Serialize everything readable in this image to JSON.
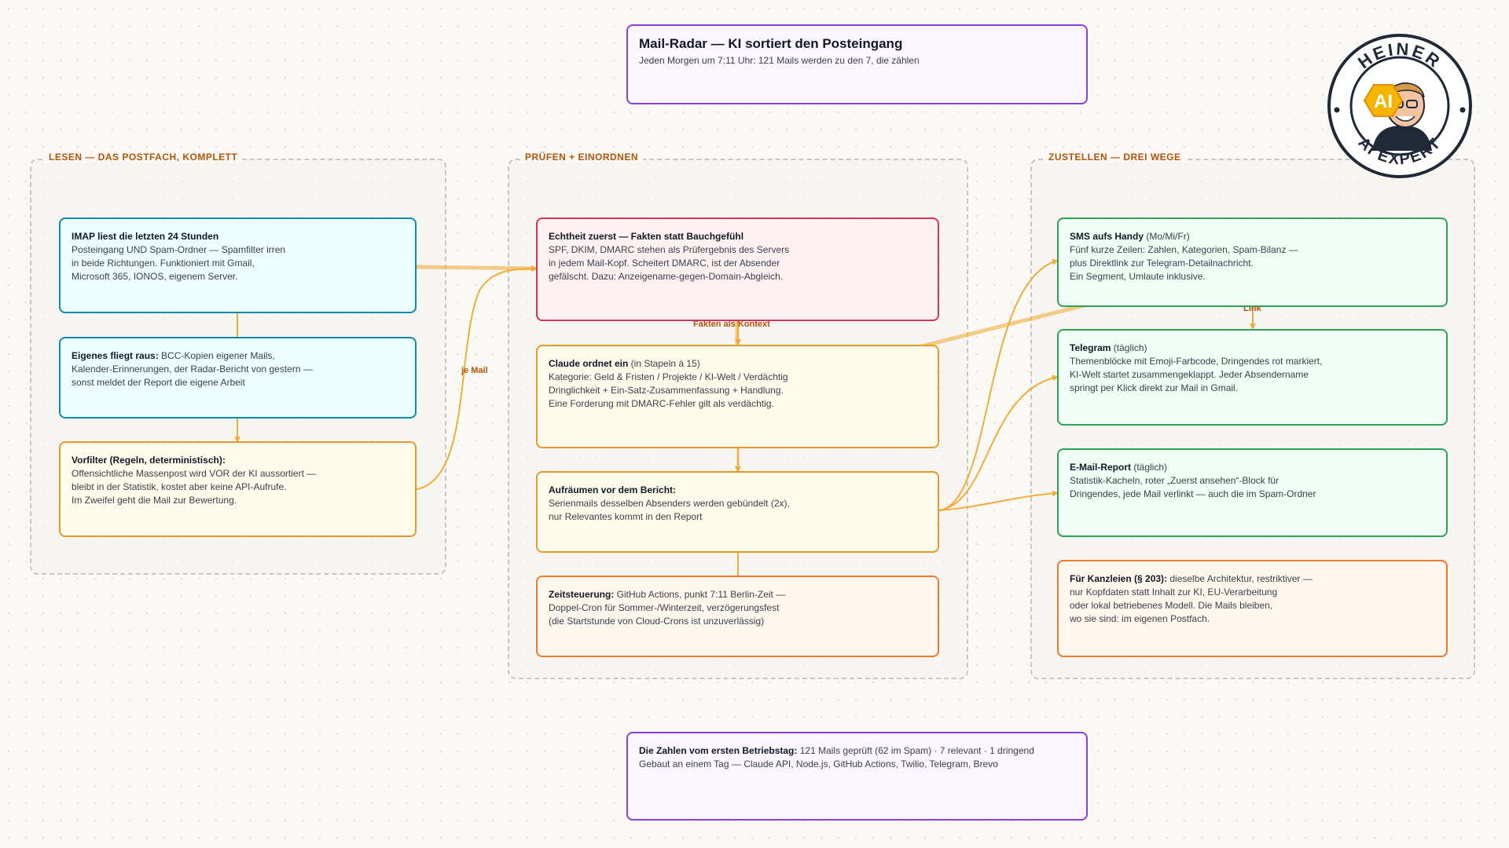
{
  "header": {
    "title": "Mail-Radar — KI sortiert den Posteingang",
    "subtitle": "Jeden Morgen um 7:11 Uhr: 121 Mails werden zu den 7, die zählen"
  },
  "logo": {
    "text_top": "HEINER",
    "text_bottom": "AI EXPERT",
    "badge": "AI"
  },
  "groups": {
    "lesen": "LESEN — DAS POSTFACH, KOMPLETT",
    "pruefen": "PRÜFEN + EINORDNEN",
    "zustellen": "ZUSTELLEN — DREI WEGE"
  },
  "nodes": {
    "imap": {
      "title": "IMAP liest die letzten 24 Stunden",
      "lines": [
        "Posteingang UND Spam-Ordner — Spamfilter irren",
        "in beide Richtungen. Funktioniert mit Gmail,",
        "Microsoft 365, IONOS, eigenem Server."
      ]
    },
    "eigenes": {
      "title": "Eigenes fliegt raus:",
      "lines": [
        " BCC-Kopien eigener Mails,",
        "Kalender-Erinnerungen, der Radar-Bericht von gestern —",
        "sonst meldet der Report die eigene Arbeit"
      ]
    },
    "vorfilter": {
      "title": "Vorfilter (Regeln, deterministisch):",
      "lines": [
        "Offensichtliche Massenpost wird VOR der KI aussortiert —",
        "bleibt in der Statistik, kostet aber keine API-Aufrufe.",
        "Im Zweifel geht die Mail zur Bewertung."
      ]
    },
    "echtheit": {
      "title": "Echtheit zuerst — Fakten statt Bauchgefühl",
      "lines": [
        "SPF, DKIM, DMARC stehen als Prüfergebnis des Servers",
        "in jedem Mail-Kopf. Scheitert DMARC, ist der Absender",
        "gefälscht. Dazu: Anzeigename-gegen-Domain-Abgleich."
      ]
    },
    "claude": {
      "title": "Claude ordnet ein",
      "suffix": " (in Stapeln à 15)",
      "lines": [
        "Kategorie: Geld & Fristen / Projekte / KI-Welt / Verdächtig",
        "Dringlichkeit + Ein-Satz-Zusammenfassung + Handlung.",
        "Eine Forderung mit DMARC-Fehler gilt als verdächtig."
      ]
    },
    "aufraeumen": {
      "title": "Aufräumen vor dem Bericht:",
      "lines": [
        "Serienmails desselben Absenders werden gebündelt (2x),",
        "nur Relevantes kommt in den Report"
      ]
    },
    "zeit": {
      "title": "Zeitsteuerung:",
      "lines": [
        " GitHub Actions, punkt 7:11 Berlin-Zeit —",
        "Doppel-Cron für Sommer-/Winterzeit, verzögerungsfest",
        "(die Startstunde von Cloud-Crons ist unzuverlässig)"
      ]
    },
    "sms": {
      "title": "SMS aufs Handy",
      "suffix": " (Mo/Mi/Fr)",
      "lines": [
        "Fünf kurze Zeilen: Zahlen, Kategorien, Spam-Bilanz —",
        "plus Direktlink zur Telegram-Detailnachricht.",
        "Ein Segment, Umlaute inklusive."
      ]
    },
    "telegram": {
      "title": "Telegram",
      "suffix": " (täglich)",
      "lines": [
        "Themenblöcke mit Emoji-Farbcode, Dringendes rot markiert,",
        "KI-Welt startet zusammengeklappt. Jeder Absendername",
        "springt per Klick direkt zur Mail in Gmail."
      ]
    },
    "email": {
      "title": "E-Mail-Report",
      "suffix": " (täglich)",
      "lines": [
        "Statistik-Kacheln, roter „Zuerst ansehen“-Block für",
        "Dringendes, jede Mail verlinkt — auch die im Spam-Ordner"
      ]
    },
    "kanzlei": {
      "title": "Für Kanzleien (§ 203):",
      "lines": [
        " dieselbe Architektur, restriktiver —",
        "nur Kopfdaten statt Inhalt zur KI, EU-Verarbeitung",
        "oder lokal betriebenes Modell. Die Mails bleiben,",
        "wo sie sind: im eigenen Postfach."
      ]
    },
    "footer": {
      "title": "Die Zahlen vom ersten Betriebstag:",
      "lines": [
        " 121 Mails geprüft (62 im Spam) · 7 relevant · 1 dringend",
        "Gebaut an einem Tag — Claude API, Node.js, GitHub Actions, Twilio, Telegram, Brevo"
      ]
    }
  },
  "edge_labels": {
    "je_mail": "je Mail",
    "fakten": "Fakten als Kontext",
    "link": "Link"
  },
  "colors": {
    "edge": "#f0ad3a",
    "group_label": "#b45309",
    "cyan": "#0e8ba5",
    "yellow": "#e29a2c",
    "pink": "#d6345a",
    "green": "#2ea05a",
    "orange": "#ea7a2e",
    "purple": "#8b3fd4"
  }
}
